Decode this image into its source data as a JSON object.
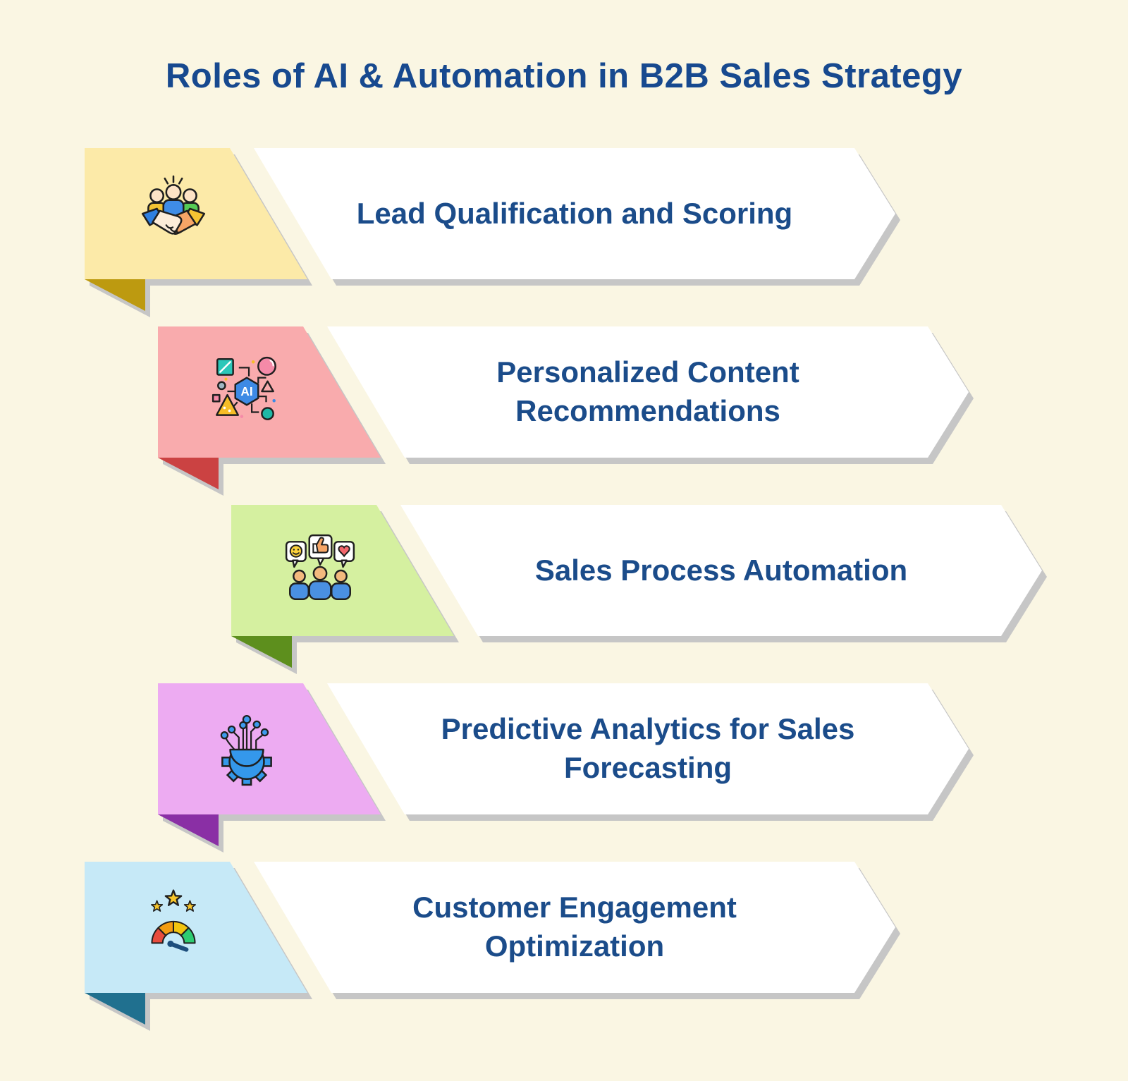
{
  "page": {
    "title": "Roles of AI & Automation in B2B Sales Strategy",
    "title_color": "#17498f",
    "background": "#faf6e3"
  },
  "banner": {
    "fill": "#ffffff",
    "text_color": "#1b4c8a",
    "shadow_color": "#c6c6c6"
  },
  "rows": [
    {
      "label": "Lead Qualification and Scoring",
      "icon": "handshake-people-icon",
      "block_color": "#fceaa8",
      "fold_color": "#bd9a10"
    },
    {
      "label": "Personalized Content Recommendations",
      "icon": "ai-network-icon",
      "block_color": "#f9abad",
      "fold_color": "#cb4242"
    },
    {
      "label": "Sales Process Automation",
      "icon": "customer-feedback-icon",
      "block_color": "#d5f0a0",
      "fold_color": "#5d8f1d"
    },
    {
      "label": "Predictive Analytics for Sales Forecasting",
      "icon": "gear-circuit-icon",
      "block_color": "#edabf2",
      "fold_color": "#8a2fa5"
    },
    {
      "label": "Customer Engagement Optimization",
      "icon": "gauge-stars-icon",
      "block_color": "#c6e9f7",
      "fold_color": "#20708f"
    }
  ]
}
